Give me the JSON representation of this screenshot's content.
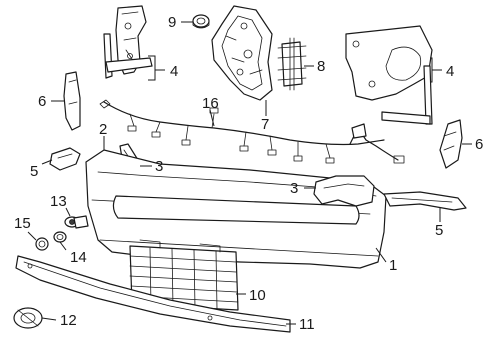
{
  "callouts": {
    "c1": "1",
    "c2": "2",
    "c3a": "3",
    "c3b": "3",
    "c4a": "4",
    "c4b": "4",
    "c5a": "5",
    "c5b": "5",
    "c6a": "6",
    "c6b": "6",
    "c7": "7",
    "c8": "8",
    "c9": "9",
    "c10": "10",
    "c11": "11",
    "c12": "12",
    "c13": "13",
    "c14": "14",
    "c15": "15",
    "c16": "16"
  },
  "parts": [
    {
      "number": "1",
      "name": "front-bumper-face-bar"
    },
    {
      "number": "2",
      "name": "bumper-bracket"
    },
    {
      "number": "3",
      "name": "bumper-end-bracket"
    },
    {
      "number": "4",
      "name": "bumper-mounting-bracket"
    },
    {
      "number": "5",
      "name": "bumper-end-cap"
    },
    {
      "number": "6",
      "name": "filler-panel"
    },
    {
      "number": "7",
      "name": "center-mounting-bracket"
    },
    {
      "number": "8",
      "name": "bolt-plate"
    },
    {
      "number": "9",
      "name": "clip-nut"
    },
    {
      "number": "10",
      "name": "lower-grille"
    },
    {
      "number": "11",
      "name": "valance-panel"
    },
    {
      "number": "12",
      "name": "tow-hook-bezel"
    },
    {
      "number": "13",
      "name": "park-assist-sensor"
    },
    {
      "number": "14",
      "name": "grommet"
    },
    {
      "number": "15",
      "name": "retainer"
    },
    {
      "number": "16",
      "name": "wiring-harness"
    }
  ]
}
